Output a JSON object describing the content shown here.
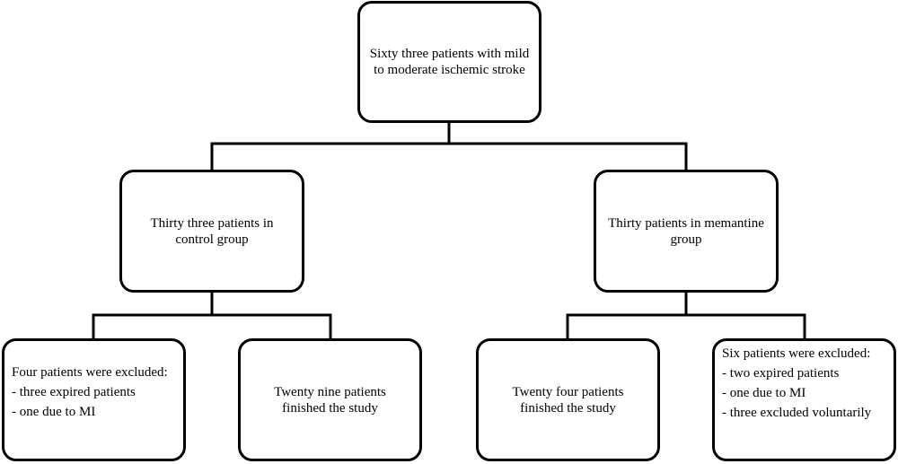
{
  "flowchart": {
    "root": {
      "text": "Sixty three patients with mild to moderate ischemic stroke"
    },
    "control_group": {
      "text": "Thirty three patients in control group",
      "excluded": {
        "heading": "Four patients were excluded:",
        "items": [
          "- three expired patients",
          "- one due to MI"
        ]
      },
      "finished": {
        "text": "Twenty nine patients finished the study"
      }
    },
    "memantine_group": {
      "text": "Thirty patients in memantine group",
      "excluded": {
        "heading": "Six patients were excluded:",
        "items": [
          "- two expired patients",
          "- one due to MI",
          "- three excluded voluntarily"
        ]
      },
      "finished": {
        "text": "Twenty four patients finished the study"
      }
    }
  }
}
